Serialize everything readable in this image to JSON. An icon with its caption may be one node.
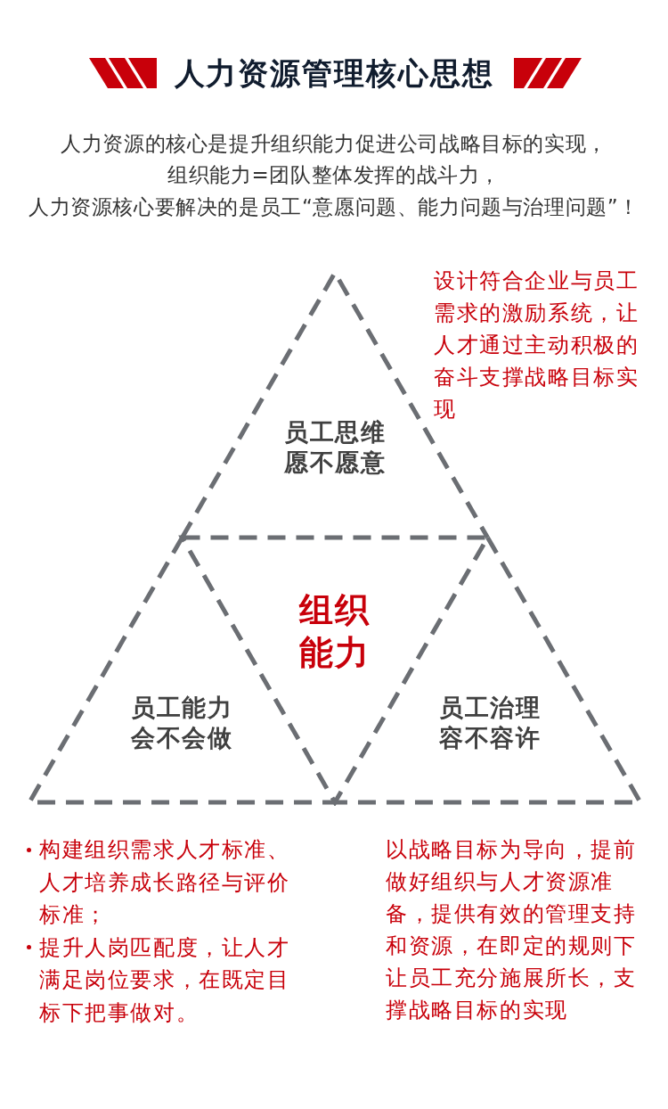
{
  "diagram": {
    "title": "人力资源管理核心思想",
    "nodes": [
      {
        "text": [
          "员工思维",
          "愿不愿意"
        ],
        "beside": [
          "设计符合企业与员工需求的激励系统，让人才通过主动积极的奋斗支撑战略目标实现"
        ]
      },
      {
        "text": [
          "组织能力"
        ]
      },
      {
        "text": [
          "员工能力",
          "会不会做"
        ],
        "beside": [
          "构建组织需求人才标准、人才培养成长路径与评价标准；",
          "提升人岗匹配度，让人才满足岗位要求，在既定目标下把事做对。"
        ]
      },
      {
        "text": [
          "员工治理",
          "容不容许"
        ],
        "beside": [
          "以战略目标为导向，提前做好组织与人才资源准备，提供有效的管理支持和资源，在即定的规则下让员工充分施展所长，支撑战略目标的实现"
        ]
      }
    ],
    "labels": [
      "人力资源的核心是提升组织能力促进公司战略目标的实现，",
      "组织能力=团队整体发挥的战斗力，",
      "人力资源核心要解决的是员工“意愿问题、能力问题与治理问题”！"
    ]
  }
}
